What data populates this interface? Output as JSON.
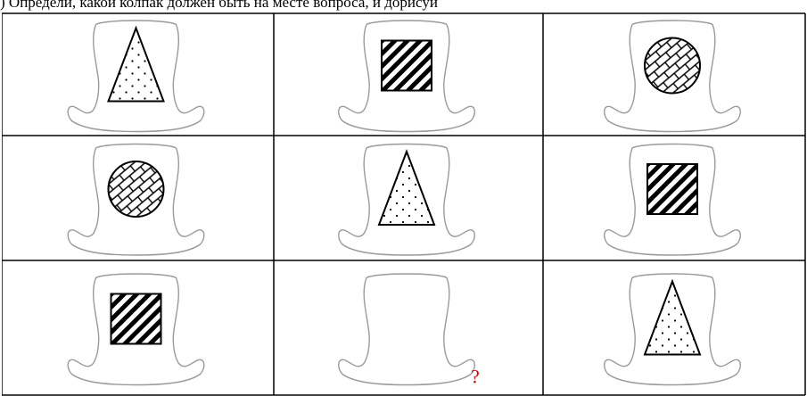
{
  "header_text": ") Определи, какой колпак должен быть на месте вопроса, и дорисуй",
  "accent_color": "#e00000",
  "question_mark": "?",
  "grid": {
    "rows": 3,
    "cols": 3,
    "cells": [
      {
        "shape": "triangle",
        "pattern": "dots"
      },
      {
        "shape": "square",
        "pattern": "stripes"
      },
      {
        "shape": "circle",
        "pattern": "bricks"
      },
      {
        "shape": "circle",
        "pattern": "bricks"
      },
      {
        "shape": "triangle",
        "pattern": "dots"
      },
      {
        "shape": "square",
        "pattern": "stripes"
      },
      {
        "shape": "square",
        "pattern": "stripes"
      },
      {
        "shape": "empty",
        "pattern": "none",
        "question": true
      },
      {
        "shape": "triangle",
        "pattern": "dots"
      }
    ]
  }
}
